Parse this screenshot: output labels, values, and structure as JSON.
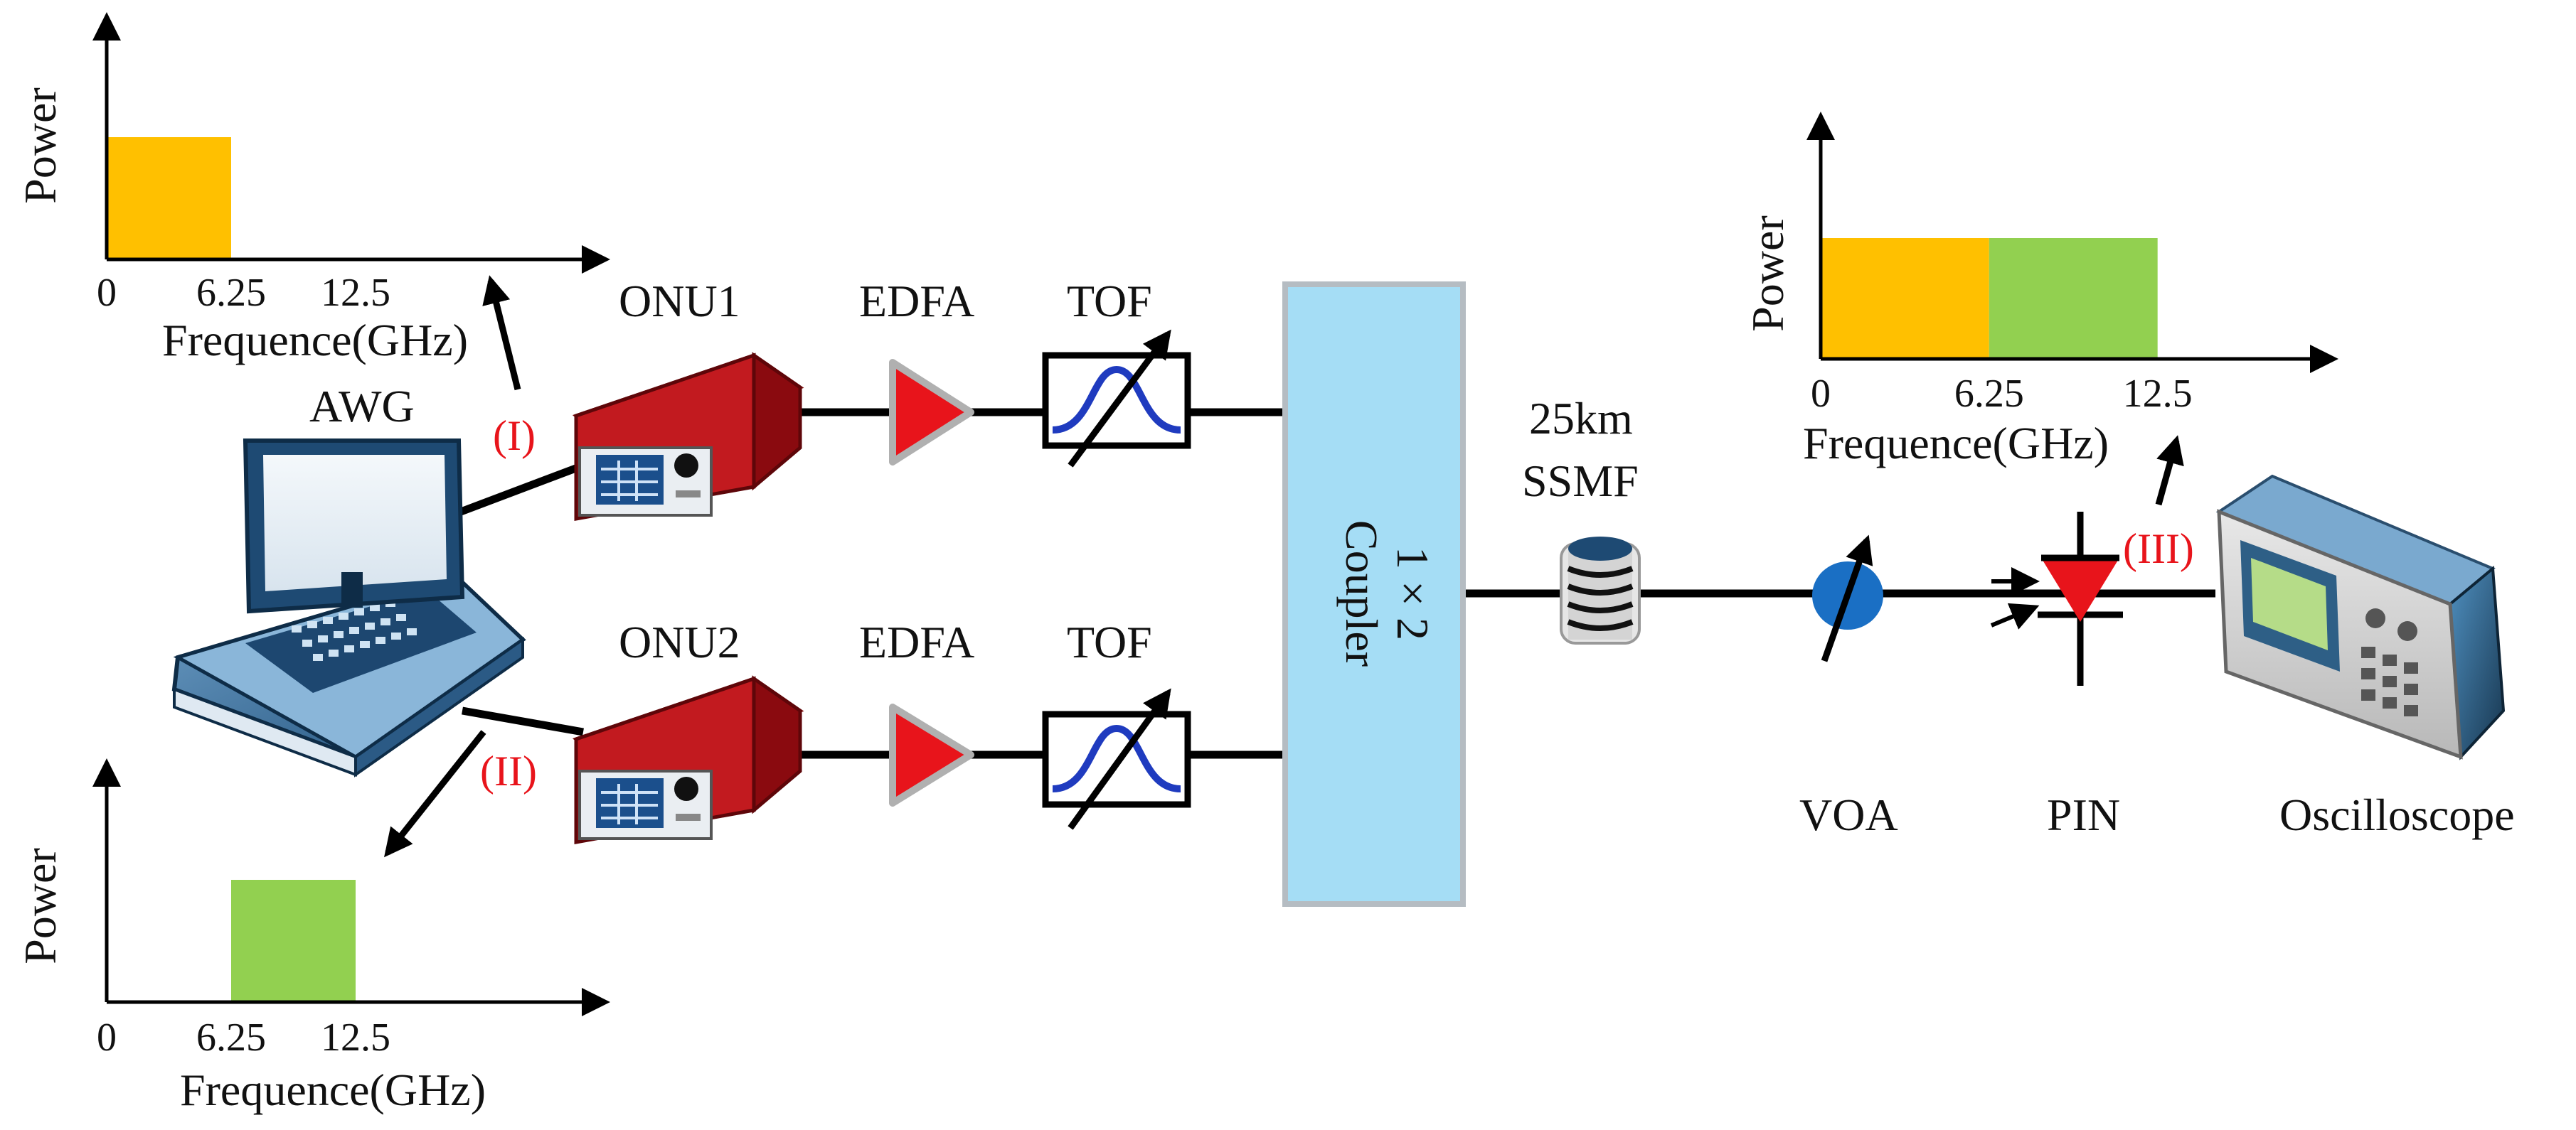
{
  "colors": {
    "orange": "#ffc000",
    "green": "#92d050",
    "coupler": "#a5ddf5",
    "device_red": "#e8141b",
    "filter_blue": "#1f3bbf",
    "voa_blue": "#1a6fc4",
    "accent_red": "#e8141b"
  },
  "labels": {
    "awg": "AWG",
    "onu1": "ONU1",
    "onu2": "ONU2",
    "edfa1": "EDFA",
    "edfa2": "EDFA",
    "tof1": "TOF",
    "tof2": "TOF",
    "coupler_line1": "1 × 2",
    "coupler_line2": "Coupler",
    "fiber_line1": "25km",
    "fiber_line2": "SSMF",
    "voa": "VOA",
    "pin": "PIN",
    "oscilloscope": "Oscilloscope",
    "point1": "(I)",
    "point2": "(II)",
    "point3": "(III)"
  },
  "chart_data": [
    {
      "type": "bar",
      "id": "spectrum-I",
      "ylabel": "Power",
      "xlabel": "Frequence(GHz)",
      "tick_labels": [
        "0",
        "6.25",
        "12.5"
      ],
      "bands": [
        {
          "from": 0,
          "to": 6.25,
          "color": "#ffc000"
        }
      ],
      "xlim": [
        0,
        25
      ]
    },
    {
      "type": "bar",
      "id": "spectrum-II",
      "ylabel": "Power",
      "xlabel": "Frequence(GHz)",
      "tick_labels": [
        "0",
        "6.25",
        "12.5"
      ],
      "bands": [
        {
          "from": 6.25,
          "to": 12.5,
          "color": "#92d050"
        }
      ],
      "xlim": [
        0,
        25
      ]
    },
    {
      "type": "bar",
      "id": "spectrum-III",
      "ylabel": "Power",
      "xlabel": "Frequence(GHz)",
      "tick_labels": [
        "0",
        "6.25",
        "12.5"
      ],
      "bands": [
        {
          "from": 0,
          "to": 6.25,
          "color": "#ffc000"
        },
        {
          "from": 6.25,
          "to": 12.5,
          "color": "#92d050"
        }
      ],
      "xlim": [
        0,
        19
      ]
    }
  ]
}
